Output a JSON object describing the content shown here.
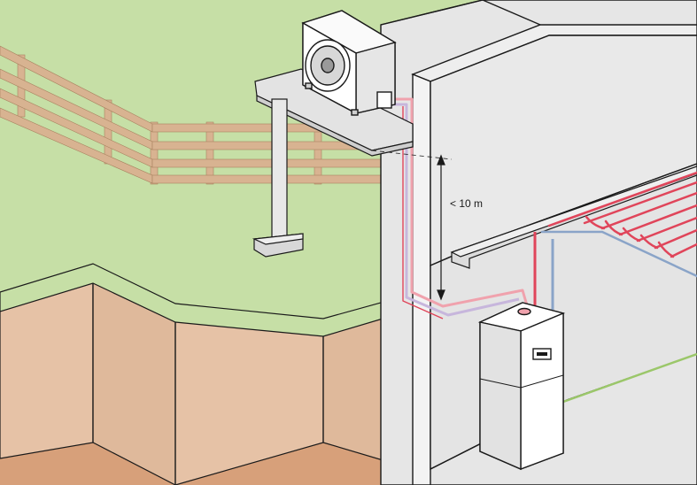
{
  "diagram": {
    "height_limit_label": "< 10 m"
  },
  "colors": {
    "grass": "#c6dfa6",
    "soil": "#e6c2a6",
    "soil_floor": "#d7a07a",
    "wall": "#e6e6e6",
    "wall_face": "#f3f3f3",
    "fence": "#d8b391",
    "pipe_hot": "#e0455a",
    "pipe_hot_light": "#f0a2ad",
    "pipe_cold": "#8aa4c8",
    "pipe_cold_light": "#c7b6dc",
    "cable": "#9bc76a",
    "outline": "#1a1a1a"
  },
  "components": {
    "outdoor_unit": "outdoor-heat-pump-unit",
    "indoor_unit": "indoor-hydro-tower-unit",
    "floor_heating": "underfloor-heating-loops",
    "fan_icon": "fan-icon"
  }
}
